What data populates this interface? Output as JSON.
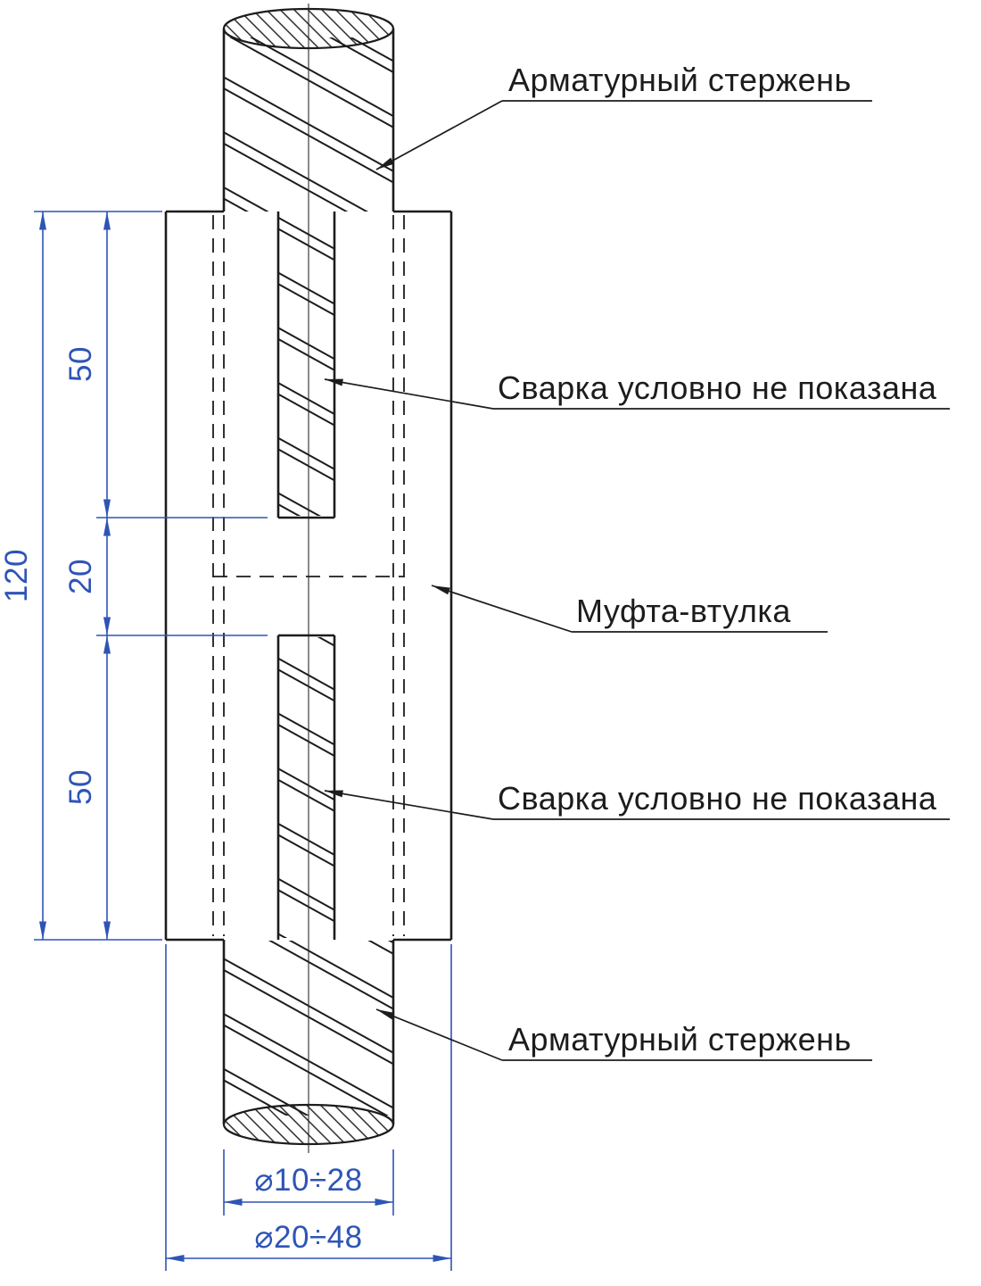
{
  "drawing": {
    "callouts": {
      "rebar_top": "Арматурный стержень",
      "weld_top": "Сварка условно не показана",
      "coupler": "Муфта-втулка",
      "weld_bottom": "Сварка условно не показана",
      "rebar_bottom": "Арматурный стержень"
    },
    "dimensions": {
      "overall_length": "120",
      "top_embed": "50",
      "middle_gap": "20",
      "bottom_embed": "50",
      "bar_diameter": "⌀10÷28",
      "coupler_diameter": "⌀20÷48"
    },
    "colors": {
      "geometry": "#1c1c1c",
      "dimension": "#2e54b5",
      "background": "#ffffff"
    }
  }
}
